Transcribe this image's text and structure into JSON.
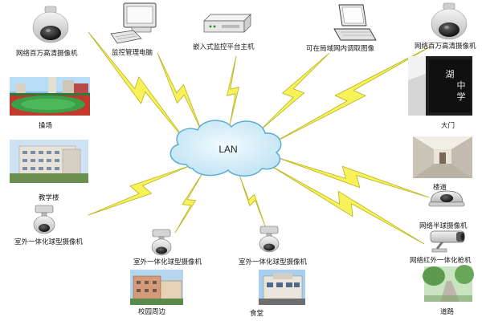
{
  "lan": {
    "label": "LAN"
  },
  "labels": {
    "cam_top_left": "网络百万高清摄像机",
    "monitor_pc": "监控管理电脑",
    "embedded_host": "嵌入式监控平台主机",
    "laptop": "可在局域网内调取图像",
    "cam_top_right": "网络百万高清摄像机",
    "playground": "操场",
    "gate": "大门",
    "teaching_building": "教学楼",
    "corridor": "楼道",
    "outdoor_ball_left": "室外一体化球型摄像机",
    "outdoor_ball_mid1": "室外一体化球型摄像机",
    "outdoor_ball_mid2": "室外一体化球型摄像机",
    "half_dome": "网络半球摄像机",
    "ir_bullet": "网络红外一体化枪机",
    "campus_surroundings": "校园周边",
    "canteen": "食堂",
    "road": "道路"
  },
  "colors": {
    "lightning": "#f7f25a",
    "lightning_stroke": "#b8b21a",
    "cloud_fill": "#d7eef8",
    "cloud_stroke": "#5aaed3"
  }
}
